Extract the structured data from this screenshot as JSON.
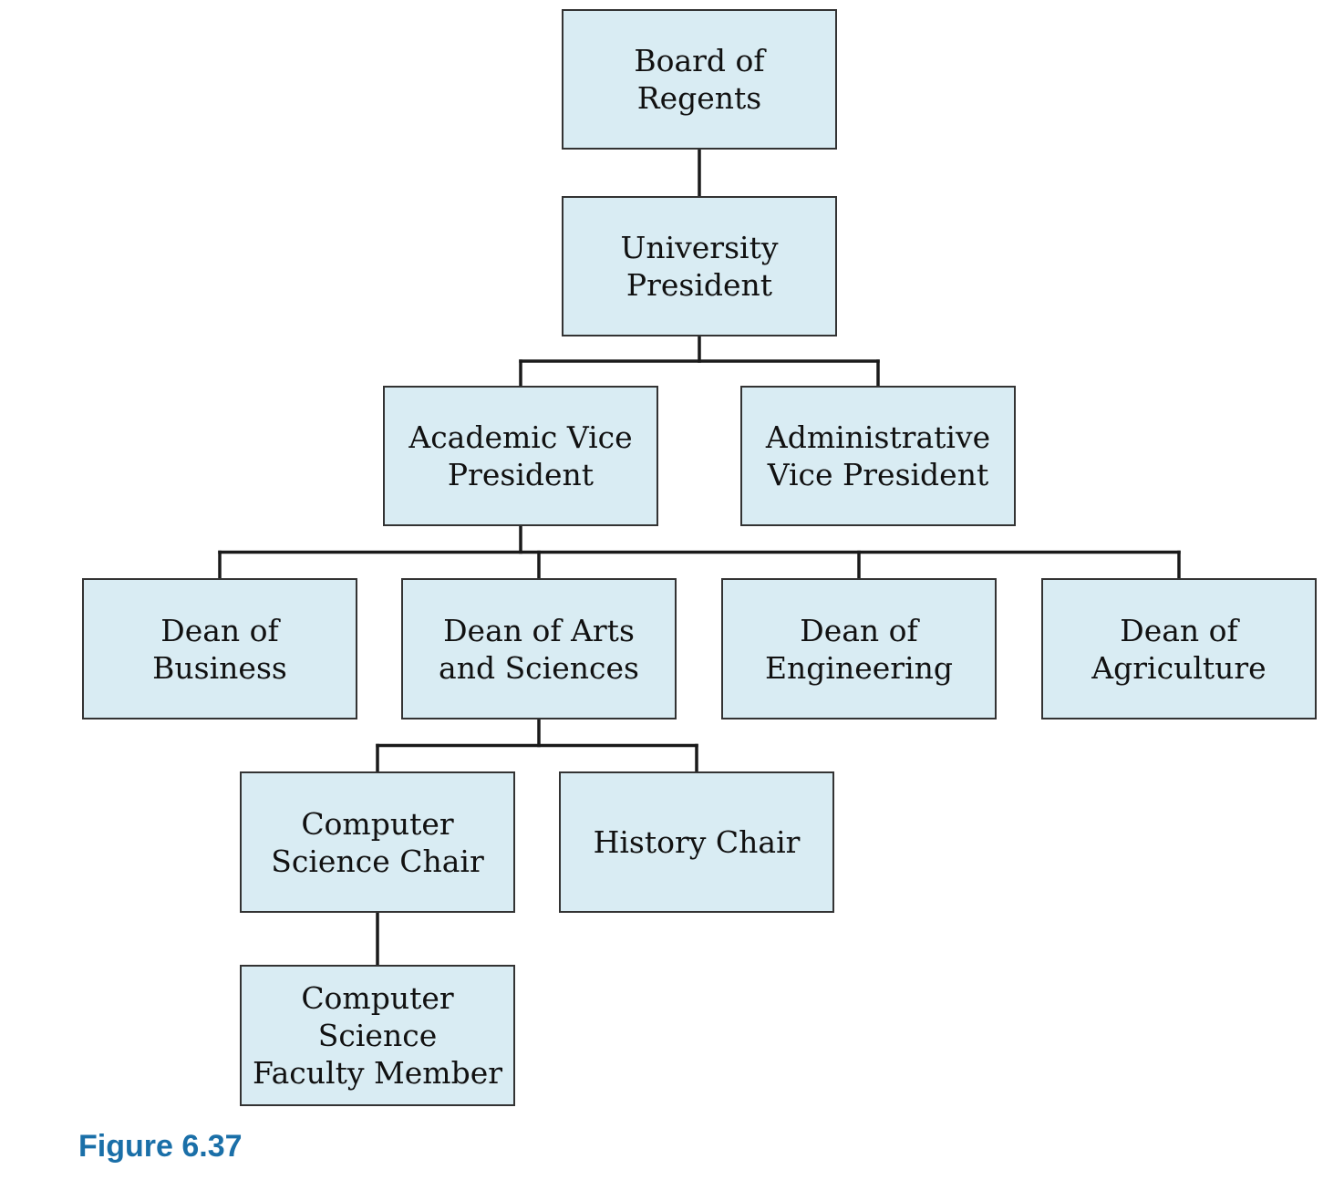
{
  "figure": {
    "caption": "Figure 6.37"
  },
  "colors": {
    "box_fill": "#d9ecf3",
    "box_border": "#333333",
    "connector": "#1a1a1a",
    "caption": "#1a6fa8"
  },
  "nodes": {
    "board_of_regents": "Board of\nRegents",
    "university_president": "University\nPresident",
    "academic_vice_president": "Academic Vice\nPresident",
    "administrative_vice_president": "Administrative\nVice President",
    "dean_of_business": "Dean of\nBusiness",
    "dean_of_arts_and_sciences": "Dean of Arts\nand Sciences",
    "dean_of_engineering": "Dean of\nEngineering",
    "dean_of_agriculture": "Dean of\nAgriculture",
    "computer_science_chair": "Computer\nScience Chair",
    "history_chair": "History Chair",
    "computer_science_faculty_member": "Computer Science\nFaculty Member"
  },
  "hierarchy": [
    {
      "parent": "board_of_regents",
      "children": [
        "university_president"
      ]
    },
    {
      "parent": "university_president",
      "children": [
        "academic_vice_president",
        "administrative_vice_president"
      ]
    },
    {
      "parent": "academic_vice_president",
      "children": [
        "dean_of_business",
        "dean_of_arts_and_sciences",
        "dean_of_engineering",
        "dean_of_agriculture"
      ]
    },
    {
      "parent": "dean_of_arts_and_sciences",
      "children": [
        "computer_science_chair",
        "history_chair"
      ]
    },
    {
      "parent": "computer_science_chair",
      "children": [
        "computer_science_faculty_member"
      ]
    }
  ]
}
